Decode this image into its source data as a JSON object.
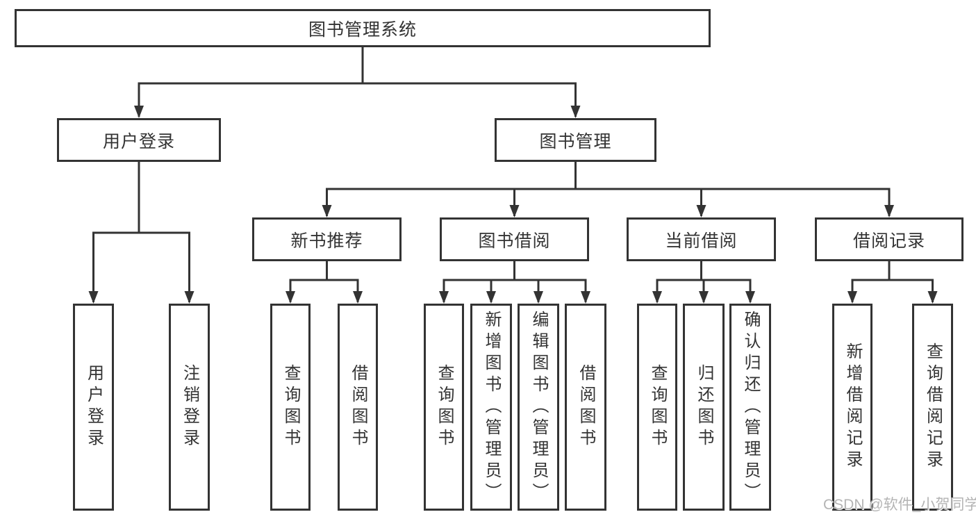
{
  "tree": {
    "root": {
      "label": "图书管理系统",
      "children": [
        {
          "label": "用户登录",
          "children": [
            {
              "label": "用户登录"
            },
            {
              "label": "注销登录"
            }
          ]
        },
        {
          "label": "图书管理",
          "children": [
            {
              "label": "新书推荐",
              "children": [
                {
                  "label": "查询图书"
                },
                {
                  "label": "借阅图书"
                }
              ]
            },
            {
              "label": "图书借阅",
              "children": [
                {
                  "label": "查询图书"
                },
                {
                  "label": "新增图书（管理员）"
                },
                {
                  "label": "编辑图书（管理员）"
                },
                {
                  "label": "借阅图书"
                }
              ]
            },
            {
              "label": "当前借阅",
              "children": [
                {
                  "label": "查询图书"
                },
                {
                  "label": "归还图书"
                },
                {
                  "label": "确认归还（管理员）"
                }
              ]
            },
            {
              "label": "借阅记录",
              "children": [
                {
                  "label": "新增借阅记录"
                },
                {
                  "label": "查询借阅记录"
                }
              ]
            }
          ]
        }
      ]
    }
  },
  "watermark": "CSDN @软件_小贺同学",
  "colors": {
    "line": "#333333",
    "box_border": "#333333",
    "text": "#333333",
    "watermark": "#b4b4b4",
    "background": "#ffffff"
  }
}
